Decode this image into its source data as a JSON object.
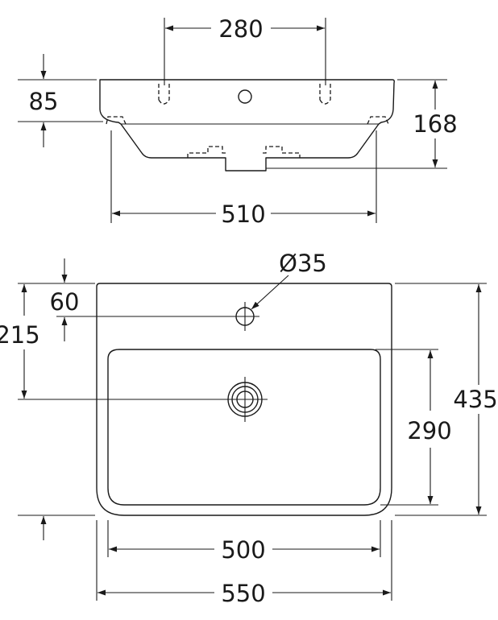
{
  "dimensions": {
    "tap_holes_spacing": "280",
    "rim_thickness": "85",
    "total_height": "168",
    "bracket_spacing": "510",
    "tap_hole_diameter": "Ø35",
    "tap_hole_offset": "60",
    "waste_offset": "215",
    "bowl_depth": "290",
    "total_depth": "435",
    "bowl_width": "500",
    "total_width": "550"
  }
}
